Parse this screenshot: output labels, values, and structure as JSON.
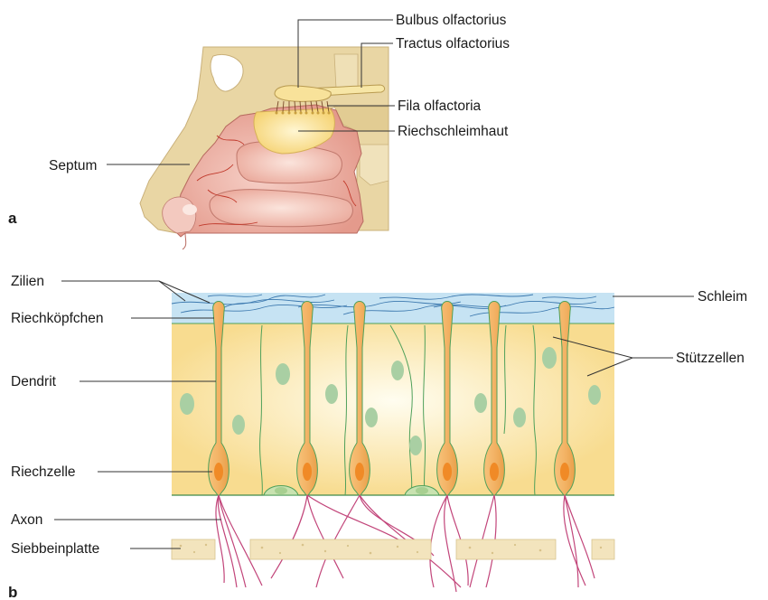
{
  "panel_a": {
    "letter": "a",
    "labels": {
      "bulbus": "Bulbus olfactorius",
      "tractus": "Tractus olfactorius",
      "fila": "Fila olfactoria",
      "riechschleimhaut": "Riechschleimhaut",
      "septum": "Septum"
    }
  },
  "panel_b": {
    "letter": "b",
    "labels": {
      "zilien": "Zilien",
      "riechkoepfchen": "Riechköpfchen",
      "dendrit": "Dendrit",
      "riechzelle": "Riechzelle",
      "axon": "Axon",
      "siebbeinplatte": "Siebbeinplatte",
      "schleim": "Schleim",
      "stuetzzellen": "Stützzellen"
    }
  },
  "colors": {
    "bone": "#e9d6a4",
    "bone_outline": "#c9b07a",
    "mucosa": "#e8a598",
    "olfactory_area": "#f7dd8c",
    "mucus_layer": "#c6e3f3",
    "epithelium": "#f8dd93",
    "receptor_cell": "#f2b05c",
    "nucleus": "#f08a26",
    "support_nucleus": "#a9cfa3",
    "axon": "#c2457a",
    "cribriform_plate": "#f3e4bd"
  }
}
